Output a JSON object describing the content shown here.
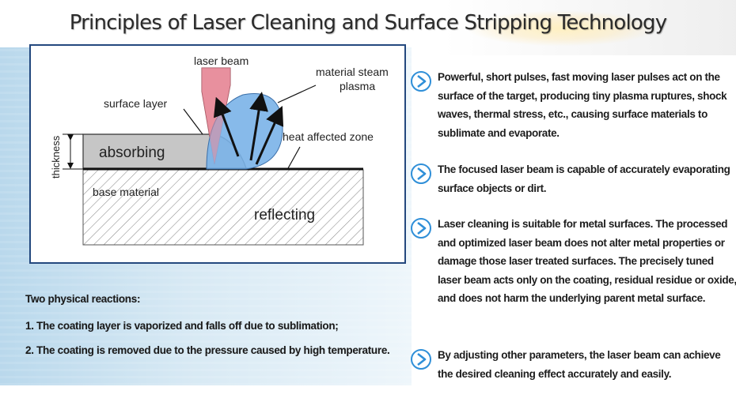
{
  "title": "Principles of Laser Cleaning and Surface Stripping Technology",
  "diagram": {
    "laser_beam": "laser beam",
    "material_steam_1": "material steam",
    "material_steam_2": "plasma",
    "surface_layer": "surface layer",
    "heat_affected_zone": "heat affected zone",
    "thickness": "thickness",
    "absorbing": "absorbing",
    "base_material": "base material",
    "reflecting": "reflecting"
  },
  "reactions": {
    "heading": "Two physical reactions:",
    "item1": "1. The coating layer is vaporized and falls off due to sublimation;",
    "item2": "2. The coating is removed due to the pressure caused by high temperature."
  },
  "bullets": [
    {
      "text": "Powerful, short pulses, fast moving laser pulses act on the surface of the target, producing tiny plasma ruptures, shock waves, thermal stress, etc., causing surface materials to sublimate and evaporate."
    },
    {
      "text": "The focused laser beam is capable of accurately evaporating surface objects or dirt."
    },
    {
      "text": "Laser cleaning is suitable for metal surfaces. The processed and optimized laser beam does not alter metal properties or damage those laser treated surfaces. The precisely tuned laser beam acts only on the coating, residual residue or oxide, and does not harm the underlying parent metal surface."
    },
    {
      "text": "By adjusting other parameters, the laser beam can achieve the desired cleaning effect accurately and easily."
    }
  ],
  "colors": {
    "title": "#2a2a2a",
    "diagram_border": "#23487e",
    "arrow_icon": "#2f8fd8",
    "laser": "#e8909e",
    "plasma": "#7ab3e8"
  }
}
